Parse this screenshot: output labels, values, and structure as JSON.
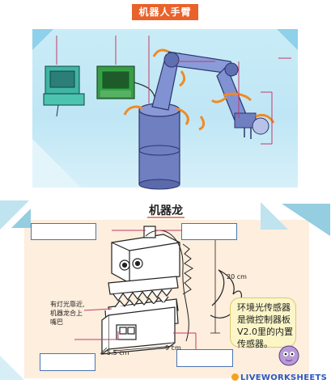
{
  "title1": "机器人手臂",
  "title2": "机器龙",
  "hint_text": [
    "有灯光靠近,",
    "机器龙合上",
    "嘴巴"
  ],
  "dims": {
    "depth": "5.5 cm",
    "width": "9 cm",
    "height": "20 cm"
  },
  "callout_lines": [
    "环境光传感器",
    "是微控制器板",
    "V2.0里的内置",
    "传感器。"
  ],
  "watermark": "LIVEWORKSHEETS",
  "colors": {
    "accent": "#e8622a",
    "box_border": "#4a73b5",
    "panel_bg": "#fdeedd"
  }
}
